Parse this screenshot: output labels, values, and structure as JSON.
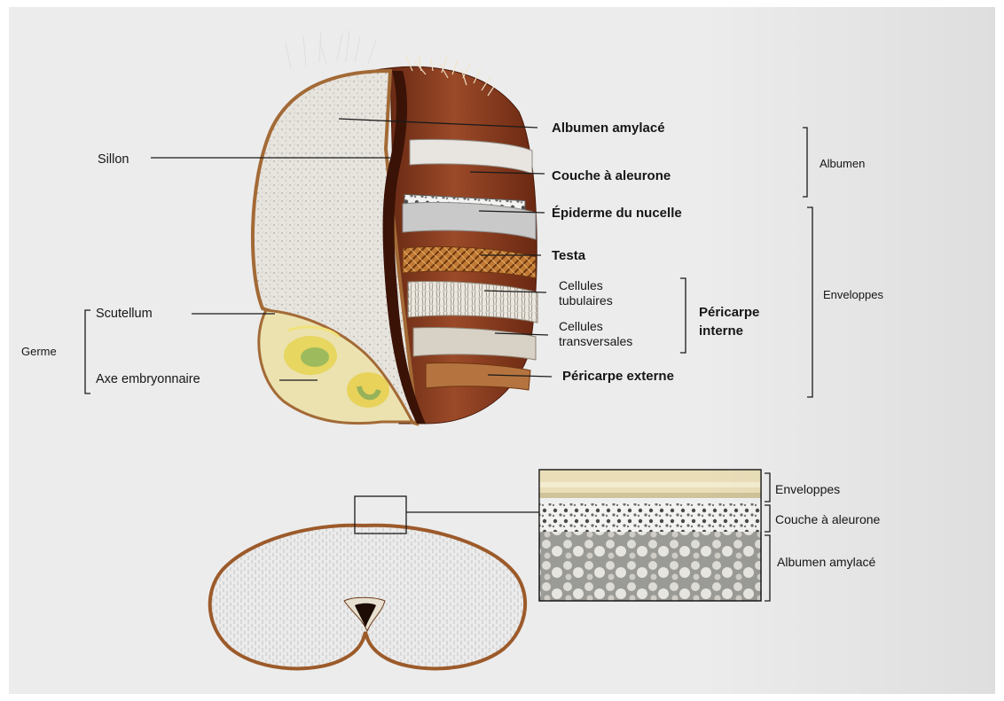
{
  "diagram": {
    "grain_labels": {
      "albumen_amylace": "Albumen amylacé",
      "couche_aleurone": "Couche à aleurone",
      "epiderme_nucelle": "Épiderme du nucelle",
      "testa": "Testa",
      "cellules_tubulaires": "Cellules\ntubulaires",
      "cellules_transversales": "Cellules\ntransversales",
      "pericarpe_externe": "Péricarpe externe",
      "sillon": "Sillon",
      "scutellum": "Scutellum",
      "axe_embryonnaire": "Axe embryonnaire"
    },
    "groups": {
      "albumen": "Albumen",
      "enveloppes": "Enveloppes",
      "pericarpe_interne": "Péricarpe\ninterne",
      "germe": "Germe"
    },
    "section_labels": {
      "enveloppes": "Enveloppes",
      "couche_aleurone": "Couche à aleurone",
      "albumen_amylace": "Albumen amylacé"
    }
  },
  "colors": {
    "page_background": "#ececec",
    "husk_brown": "#8a3a1e",
    "crease_dark": "#3a1206",
    "albumen_fill": "#e6e3dc",
    "germ_yellow": "#e8d96a",
    "label_text": "#161616"
  }
}
